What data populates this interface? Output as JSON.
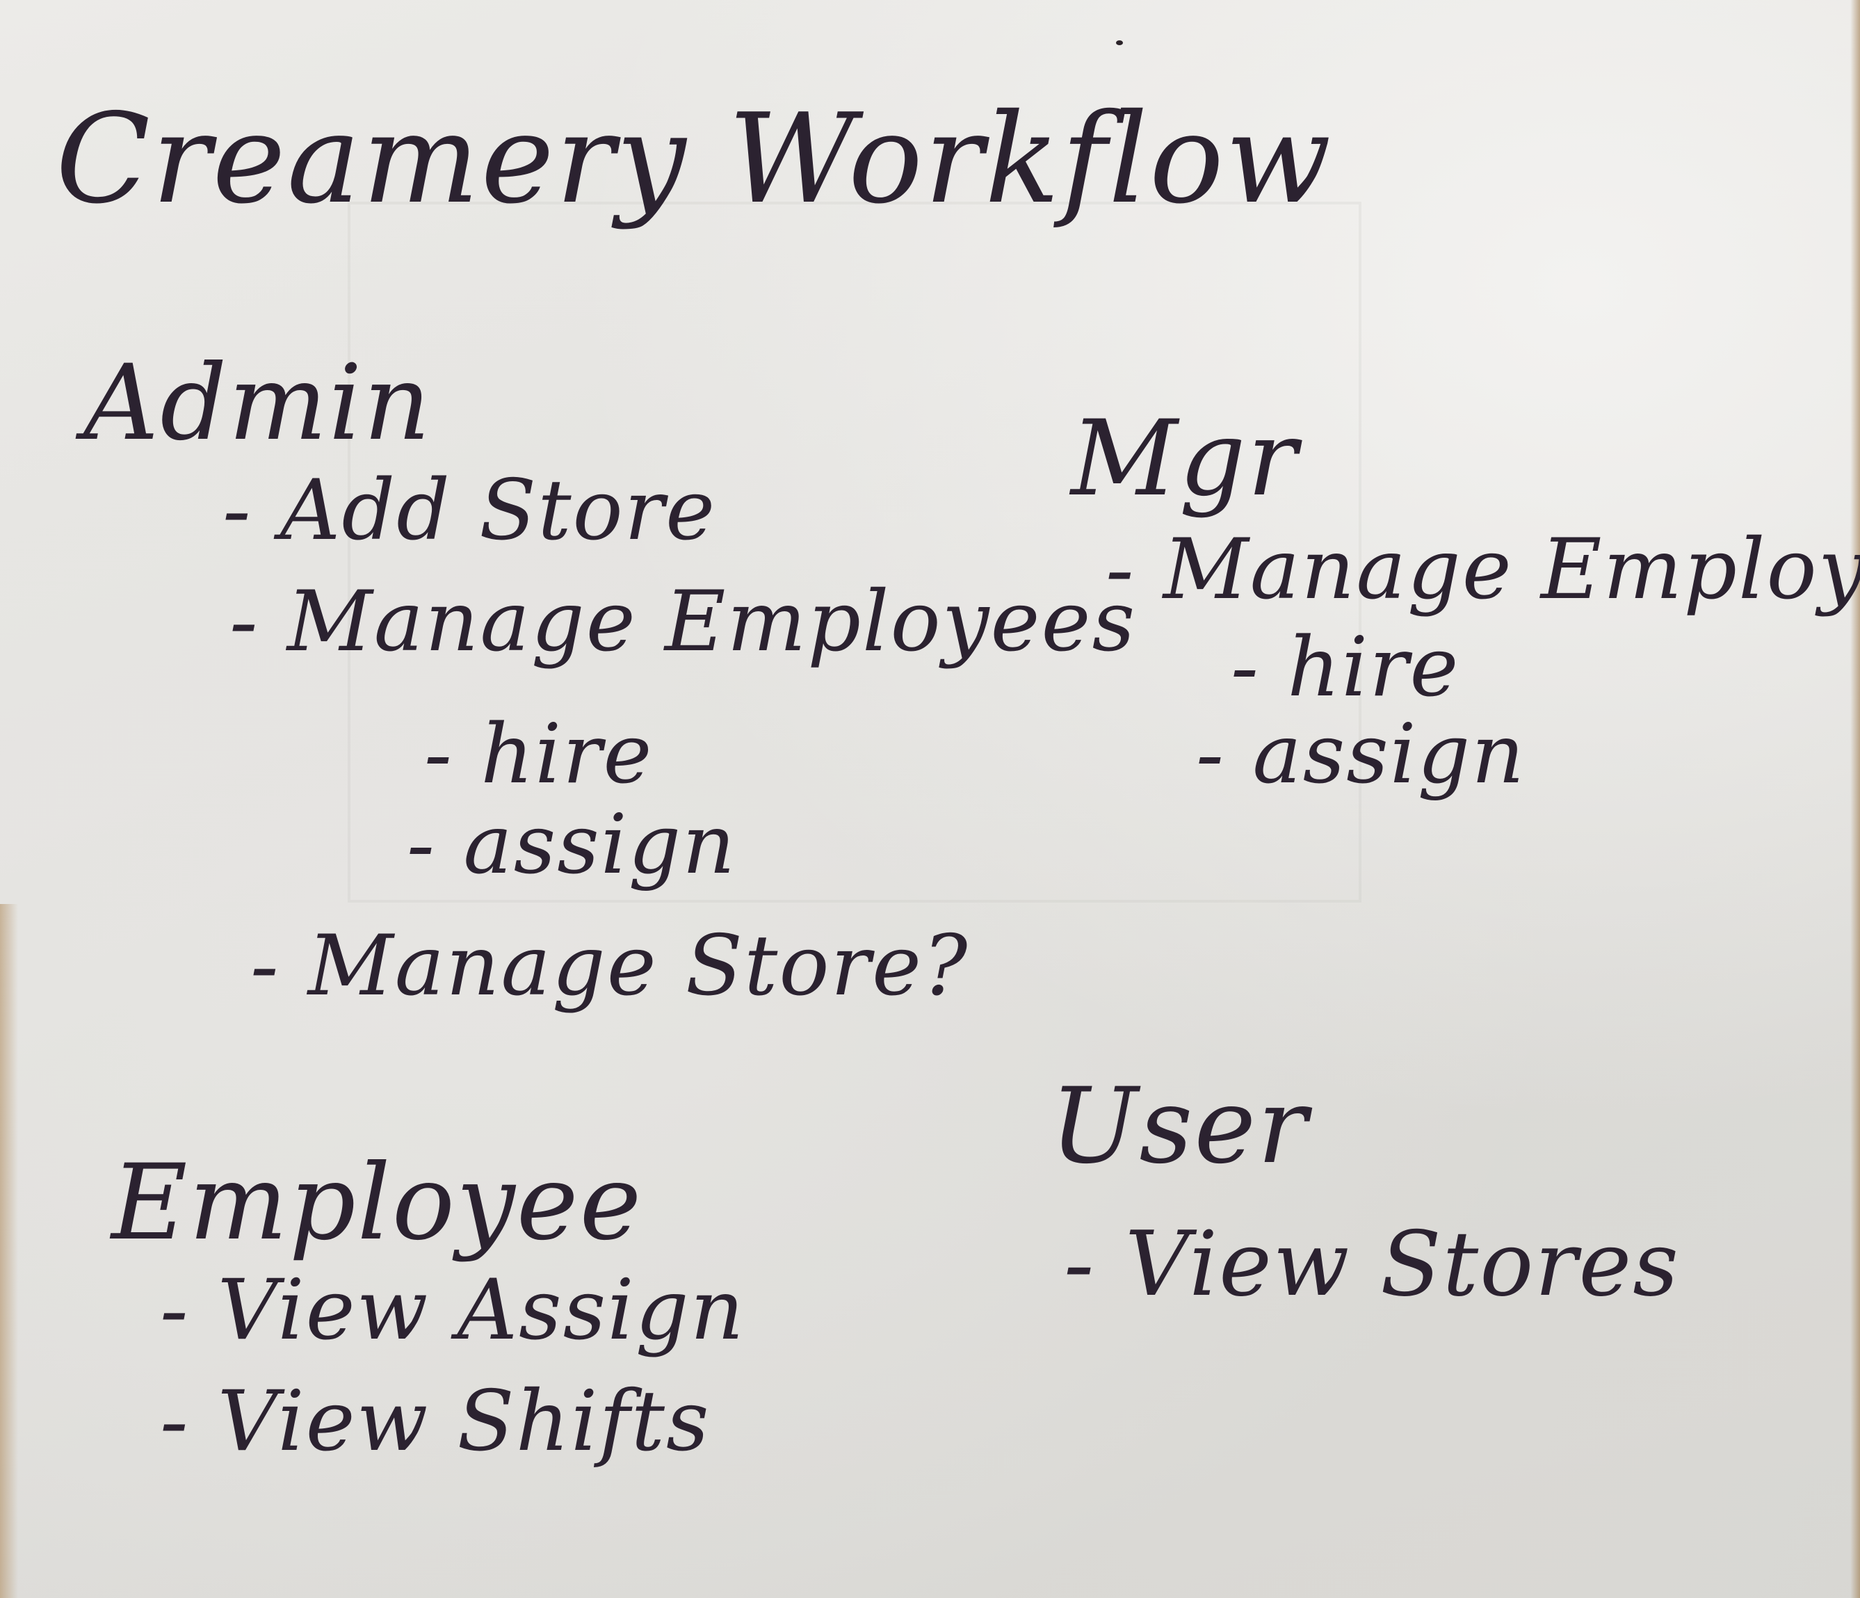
{
  "title": "Creamery Workflow",
  "sections": {
    "admin": {
      "heading": "Admin",
      "items": [
        "- Add Store",
        "- Manage Employees",
        "- hire",
        "- assign",
        "- Manage Store?"
      ]
    },
    "mgr": {
      "heading": "Mgr",
      "items": [
        "- Manage Employees",
        "- hire",
        "- assign"
      ]
    },
    "employee": {
      "heading": "Employee",
      "items": [
        "- View Assign",
        "- View Shifts"
      ]
    },
    "user": {
      "heading": "User",
      "items": [
        "- View Stores"
      ]
    }
  },
  "colors": {
    "ink": "#2b2230",
    "paper": "#e3e2df"
  }
}
